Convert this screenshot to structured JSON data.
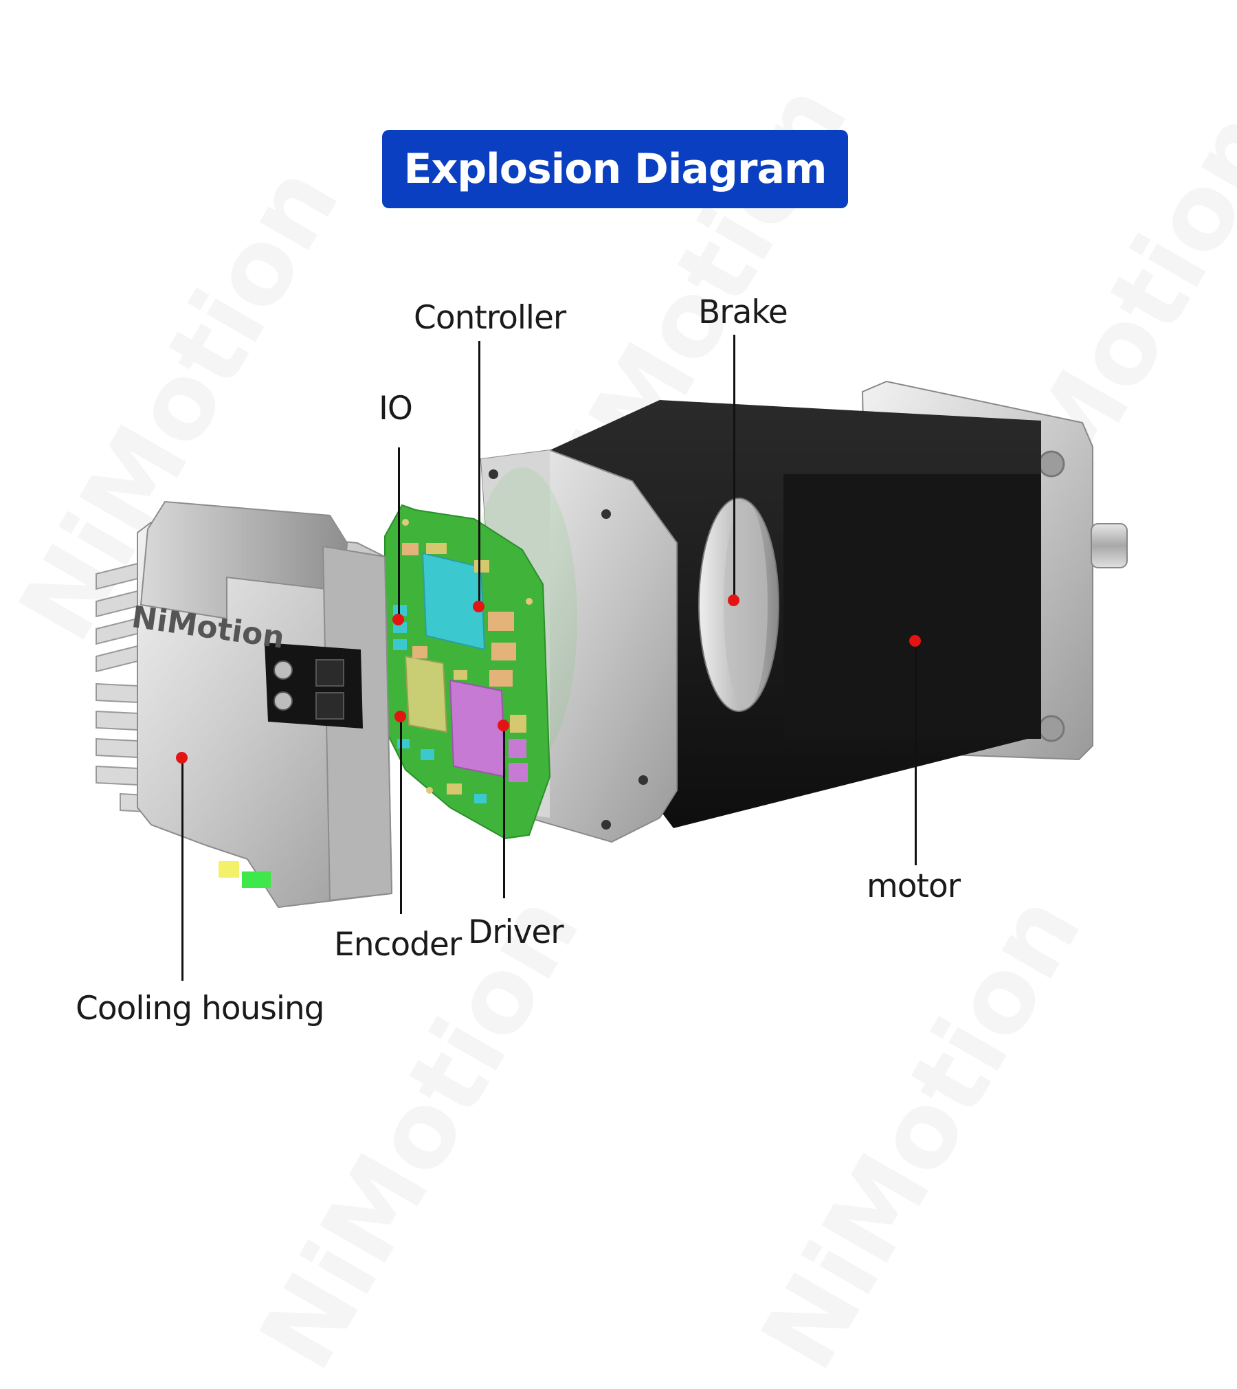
{
  "title": "Explosion Diagram",
  "watermark": {
    "brand_text": "NiMotion"
  },
  "components": {
    "controller": "Controller",
    "brake": "Brake",
    "io": "IO",
    "cooling_housing": "Cooling housing",
    "encoder": "Encoder",
    "driver": "Driver",
    "motor": "motor"
  },
  "product_branding": "NiMotion",
  "colors": {
    "banner": "#0a3fc1",
    "callout_dot": "#e41414",
    "pcb_green": "#3fb33a",
    "motor_black": "#1c1c1c",
    "aluminum": "#c9c9c9"
  }
}
